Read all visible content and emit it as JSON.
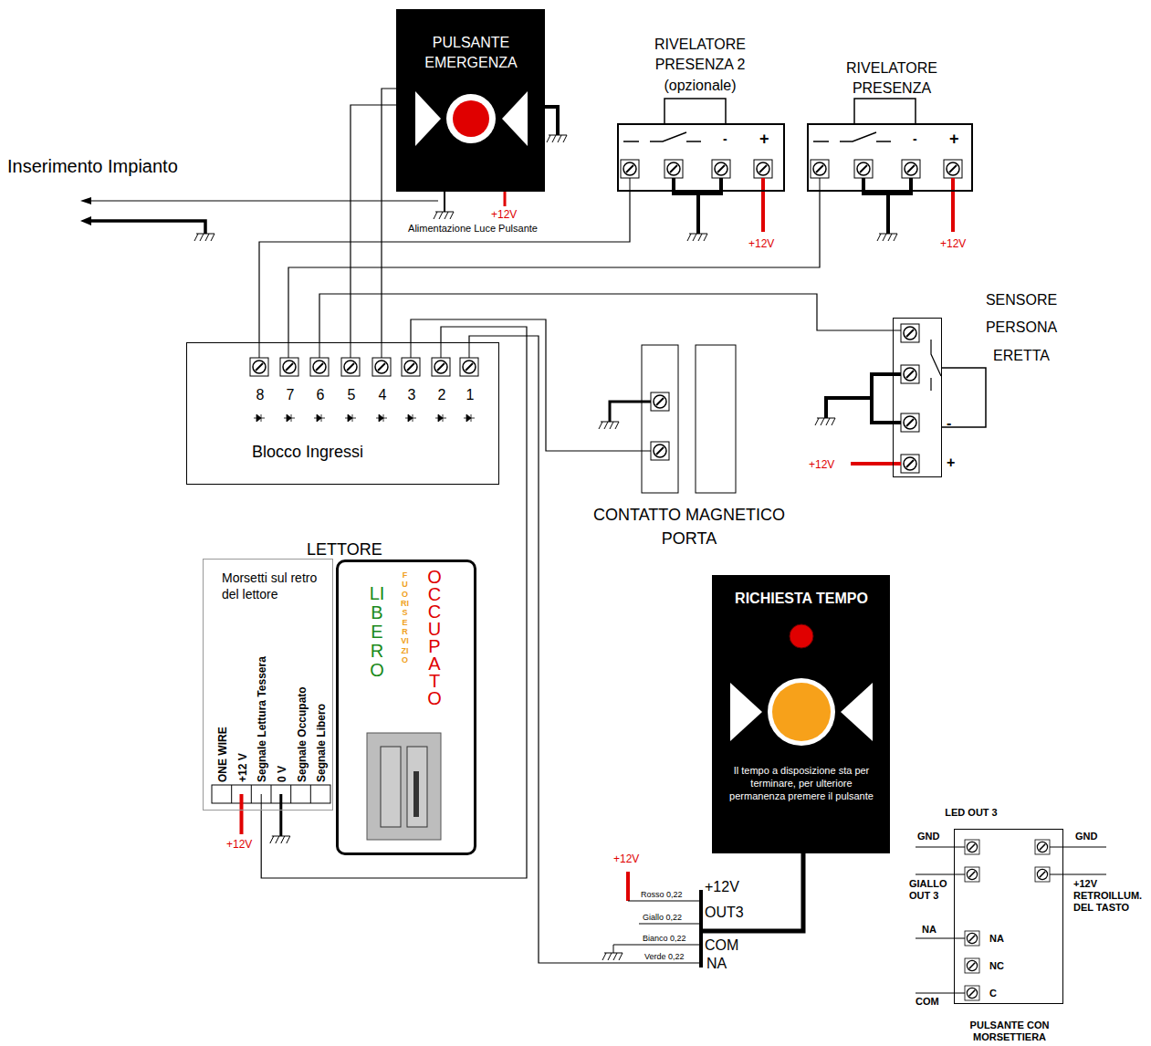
{
  "diagram": {
    "nodes": [
      {
        "text": [
          "PULSANTE EMERGENZA"
        ]
      },
      {
        "text": [
          "RIVELATORE PRESENZA 2 (opzionale)",
          "-",
          "+"
        ]
      },
      {
        "text": [
          "RIVELATORE PRESENZA",
          "-",
          "+"
        ]
      },
      {
        "text": [
          "8",
          "7",
          "6",
          "5",
          "4",
          "3",
          "2",
          "1",
          "Blocco Ingressi"
        ]
      },
      {
        "text": [
          "SENSORE PERSONA ERETTA",
          "-",
          "+"
        ]
      },
      {
        "text": [
          "CONTATTO MAGNETICO PORTA"
        ]
      },
      {
        "text": [
          "Morsetti sul retro del lettore",
          "ONE WIRE",
          "+12 V",
          "Segnale Lettura Tessera",
          "0 V",
          "Segnale Occupato",
          "Segnale Libero"
        ]
      },
      {
        "text": [
          "LETTORE",
          "LIBERO",
          "FUORI SERVIZIO",
          "OCCUPATO"
        ]
      },
      {
        "text": [
          "RICHIESTA TEMPO",
          "Il tempo a disposizione sta per terminare, per ulteriore permanenza premere il pulsante"
        ]
      },
      {
        "text": [
          "LED OUT 3",
          "NA",
          "NC",
          "C",
          "PULSANTE CON MORSETTIERA"
        ]
      }
    ],
    "edges": [
      {
        "from": 3,
        "to": 1,
        "arrow": "none"
      },
      {
        "from": 3,
        "to": 2,
        "arrow": "none"
      },
      {
        "from": 3,
        "to": 4,
        "arrow": "none"
      },
      {
        "from": 3,
        "to": 0,
        "arrow": "none"
      },
      {
        "from": 3,
        "to": 0,
        "arrow": "none"
      },
      {
        "from": 3,
        "to": 5,
        "arrow": "none"
      },
      {
        "from": 3,
        "to": 6,
        "arrow": "none"
      },
      {
        "from": 3,
        "to": 8,
        "arrow": "none"
      }
    ],
    "labels": [
      "Inserimento Impianto",
      "+12V",
      "Alimentazione Luce Pulsante",
      "+12V",
      "+12V",
      "+12V",
      "+12V",
      "+12V",
      "Rosso 0,22",
      "Giallo 0,22",
      "Bianco 0,22",
      "Verde 0,22",
      "+12V",
      "OUT3",
      "COM",
      "NA",
      "GND",
      "GIALLO OUT 3",
      "NA",
      "COM",
      "GND",
      "+12V RETROILLUM. DEL TASTO"
    ]
  }
}
